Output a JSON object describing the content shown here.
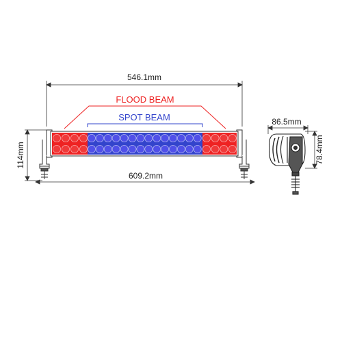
{
  "dimensions": {
    "top_width": "546.1mm",
    "bottom_width": "609.2mm",
    "height": "114mm",
    "side_width": "86.5mm",
    "side_height": "78.4mm"
  },
  "labels": {
    "flood": "FLOOD BEAM",
    "spot": "SPOT BEAM"
  },
  "colors": {
    "flood": "#ee2222",
    "spot": "#3344cc",
    "led_red": "#f03a3a",
    "led_blue": "#5050e8"
  }
}
